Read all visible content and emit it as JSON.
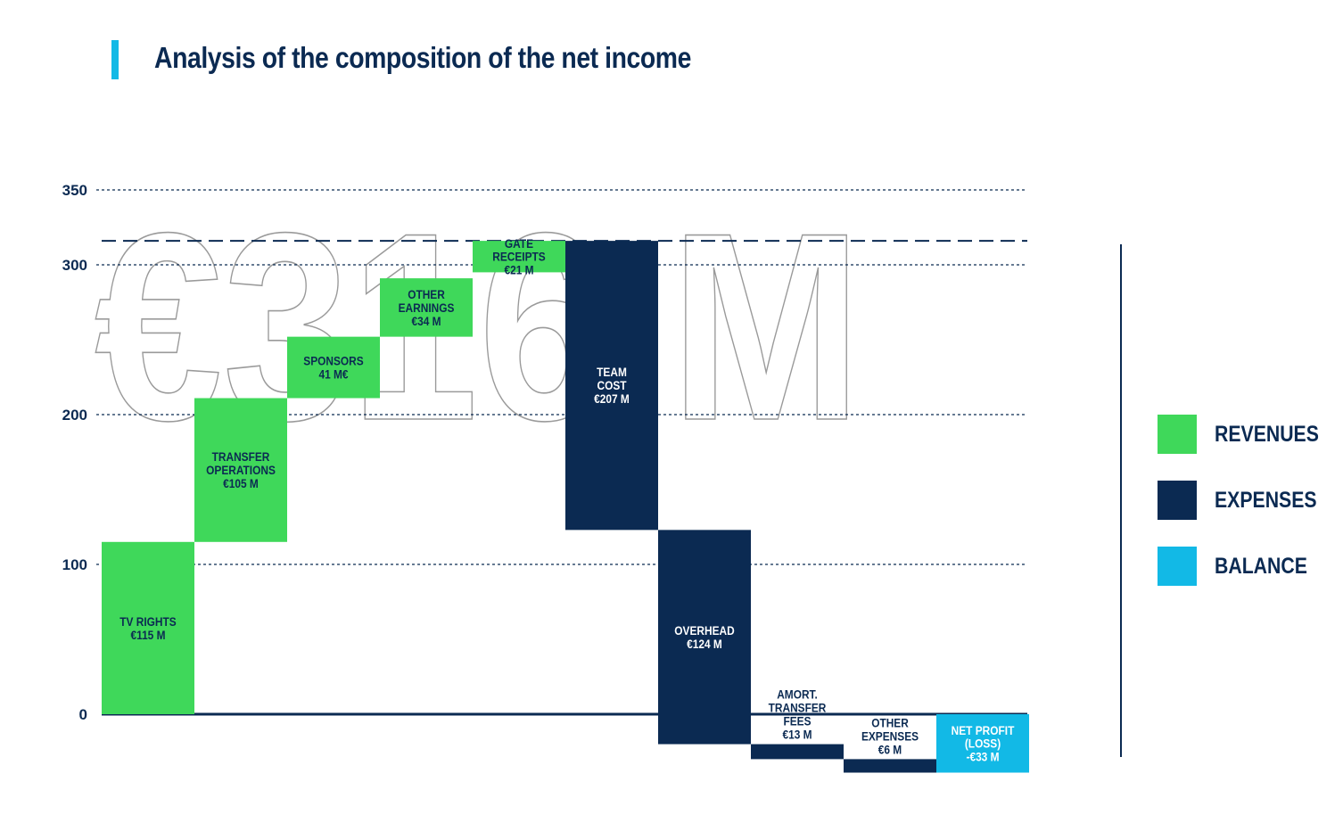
{
  "title": "Analysis of the composition of the net income",
  "colors": {
    "revenues": "#3fd85a",
    "expenses": "#0b2a52",
    "balance": "#12b9e6",
    "title_bar": "#12b9e6",
    "text_dark": "#0b2a52",
    "watermark_stroke": "#9a9a9a"
  },
  "legend": [
    {
      "label": "REVENUES",
      "key": "revenues"
    },
    {
      "label": "EXPENSES",
      "key": "expenses"
    },
    {
      "label": "BALANCE",
      "key": "balance"
    }
  ],
  "chart_data": {
    "type": "bar",
    "subtype": "waterfall",
    "title": "Analysis of the composition of the net income",
    "watermark": "€316 M",
    "total_revenue_line": 316,
    "ylim": [
      -40,
      350
    ],
    "yticks": [
      0,
      100,
      200,
      300,
      350
    ],
    "grid": true,
    "legend_position": "right",
    "steps": [
      {
        "label_lines": [
          "TV RIGHTS",
          "€115 M"
        ],
        "start": 0,
        "end": 115,
        "kind": "revenues"
      },
      {
        "label_lines": [
          "TRANSFER",
          "OPERATIONS",
          "€105 M"
        ],
        "start": 115,
        "end": 211,
        "kind": "revenues"
      },
      {
        "label_lines": [
          "SPONSORS",
          "41 M€"
        ],
        "start": 211,
        "end": 252,
        "kind": "revenues"
      },
      {
        "label_lines": [
          "OTHER",
          "EARNINGS",
          "€34 M"
        ],
        "start": 252,
        "end": 291,
        "kind": "revenues"
      },
      {
        "label_lines": [
          "GATE",
          "RECEIPTS",
          "€21 M"
        ],
        "start": 295,
        "end": 316,
        "kind": "revenues"
      },
      {
        "label_lines": [
          "TEAM",
          "COST",
          "€207 M"
        ],
        "start": 316,
        "end": 123,
        "kind": "expenses"
      },
      {
        "label_lines": [
          "OVERHEAD",
          "€124 M"
        ],
        "start": 123,
        "end": -20,
        "kind": "expenses"
      },
      {
        "label_lines": [
          "AMORT.",
          "TRANSFER",
          "FEES",
          "€13 M"
        ],
        "start": -20,
        "end": -30,
        "kind": "expenses"
      },
      {
        "label_lines": [
          "OTHER",
          "EXPENSES",
          "€6 M"
        ],
        "start": -30,
        "end": -39,
        "kind": "expenses"
      },
      {
        "label_lines": [
          "NET PROFIT",
          "(LOSS)",
          "-€33 M"
        ],
        "start": 0,
        "end": -39,
        "kind": "balance"
      }
    ]
  }
}
